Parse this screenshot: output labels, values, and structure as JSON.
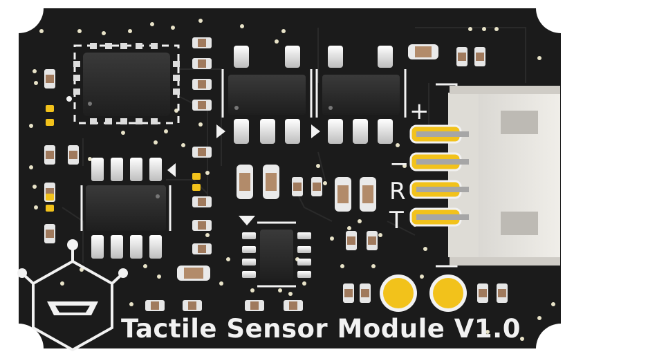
{
  "board": {
    "title": "Tactile Sensor Module V1.0",
    "pin_labels": [
      "+",
      "−",
      "R",
      "T"
    ],
    "pcb_color": "#1b1b1b",
    "gold_color": "#f2c21b",
    "silk_color": "#f2f2f2",
    "connector_color": "#e9e7e3"
  }
}
